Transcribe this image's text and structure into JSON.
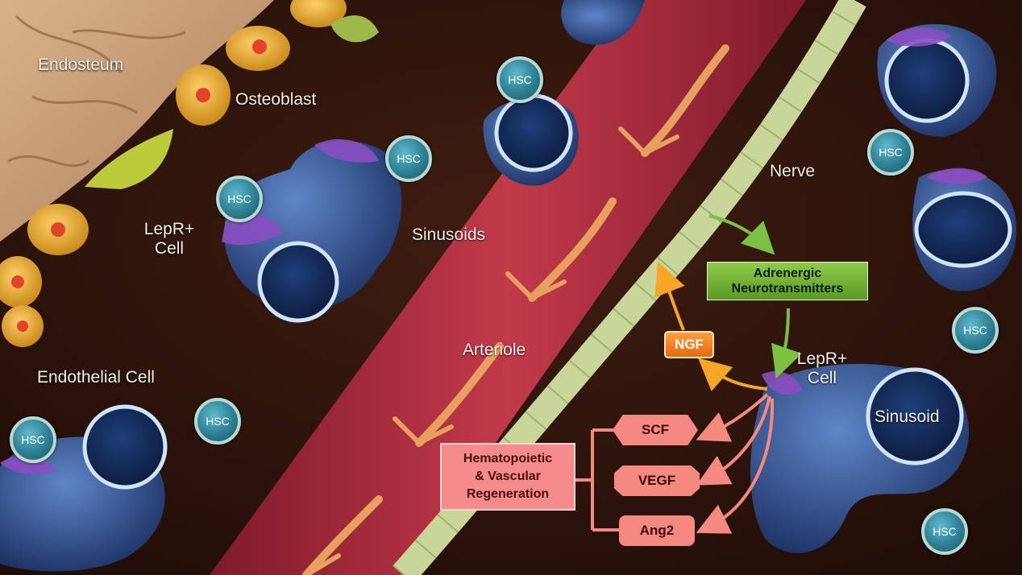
{
  "labels": {
    "endosteum": "Endosteum",
    "osteoblast": "Osteoblast",
    "lepr_cell_left_1": "LepR+",
    "lepr_cell_left_2": "Cell",
    "sinusoids": "Sinusoids",
    "nerve": "Nerve",
    "arteriole": "Arteriole",
    "endothelial_cell": "Endothelial Cell",
    "lepr_cell_right_1": "LepR+",
    "lepr_cell_right_2": "Cell",
    "sinusoid": "Sinusoid"
  },
  "hsc_label": "HSC",
  "boxes": {
    "adrenergic_1": "Adrenergic",
    "adrenergic_2": "Neurotransmitters",
    "ngf": "NGF",
    "regen_1": "Hematopoietic",
    "regen_2": "& Vascular",
    "regen_3": "Regeneration"
  },
  "factors": {
    "scf": "SCF",
    "vegf": "VEGF",
    "ang2": "Ang2"
  },
  "colors": {
    "background": "#2a130c",
    "bone": "#c9a27a",
    "arteriole": "#a52a3a",
    "nerve": "#c9d69a",
    "sinusoid": "#2f4f8f",
    "lepr_cell": "#8a4fc0",
    "hsc": "#2e7f93",
    "green_arrow": "#7bc143",
    "orange_arrow": "#f5a623",
    "pink_arrow": "#f4897f"
  }
}
